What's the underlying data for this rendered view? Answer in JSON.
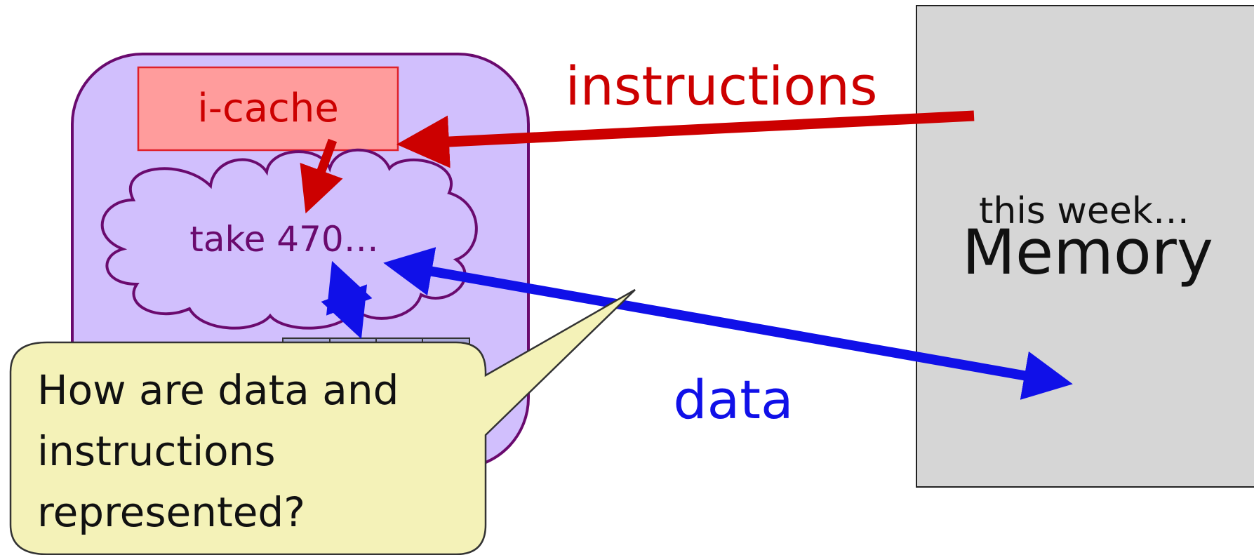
{
  "processor": {
    "icache_label": "i-cache",
    "cloud_label": "take 470…"
  },
  "memory": {
    "subtitle": "this week…",
    "title": "Memory"
  },
  "arrows": {
    "instructions_label": "instructions",
    "data_label": "data"
  },
  "callout": {
    "lines": [
      "How are data and",
      "instructions",
      "represented?"
    ]
  },
  "colors": {
    "processor_fill": "#D1BFFD",
    "processor_stroke": "#6A0A6E",
    "icache_fill": "#FF9C9C",
    "icache_stroke": "#E0212A",
    "instructions_red": "#CC0000",
    "data_blue": "#1010E8",
    "memory_fill": "#D6D6D6",
    "callout_fill": "#F4F2B8",
    "register_fill": "#A8A8D8"
  }
}
